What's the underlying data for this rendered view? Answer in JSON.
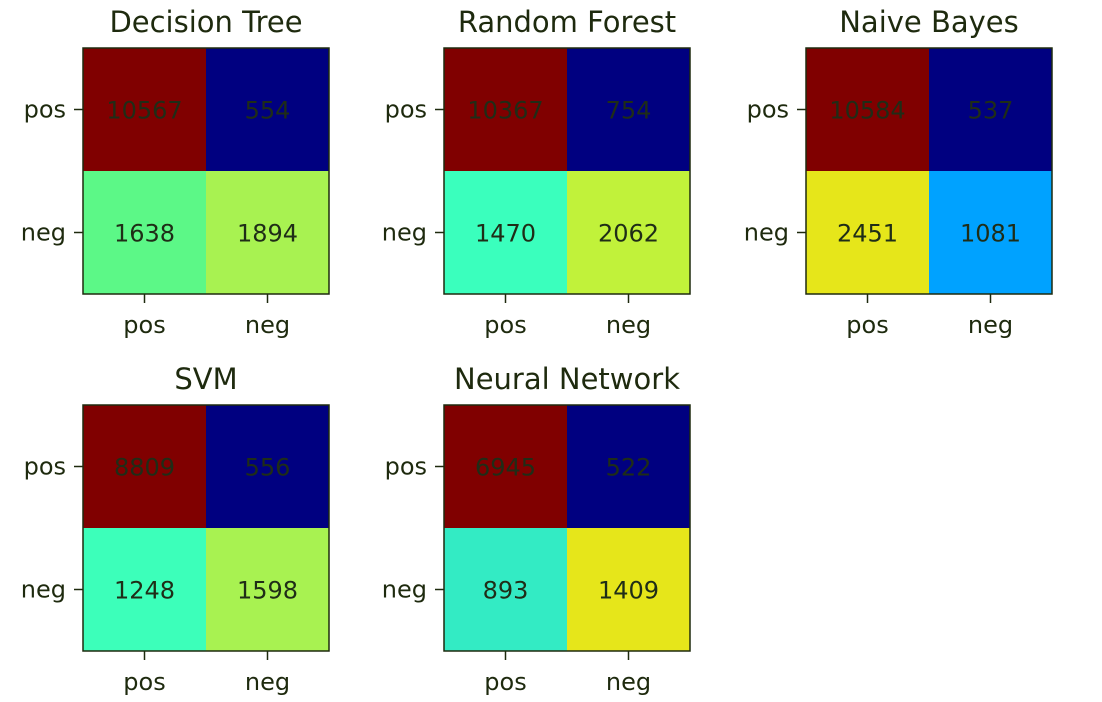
{
  "chart_data": [
    {
      "type": "heatmap",
      "title": "Decision Tree",
      "row_labels": [
        "pos",
        "neg"
      ],
      "col_labels": [
        "pos",
        "neg"
      ],
      "values": [
        [
          10567,
          554
        ],
        [
          1638,
          1894
        ]
      ],
      "cell_colors": [
        [
          "#800000",
          "#000080"
        ],
        [
          "#5cf887",
          "#a8f251"
        ]
      ]
    },
    {
      "type": "heatmap",
      "title": "Random Forest",
      "row_labels": [
        "pos",
        "neg"
      ],
      "col_labels": [
        "pos",
        "neg"
      ],
      "values": [
        [
          10367,
          754
        ],
        [
          1470,
          2062
        ]
      ],
      "cell_colors": [
        [
          "#800000",
          "#000080"
        ],
        [
          "#3affbd",
          "#c1f23a"
        ]
      ]
    },
    {
      "type": "heatmap",
      "title": "Naive Bayes",
      "row_labels": [
        "pos",
        "neg"
      ],
      "col_labels": [
        "pos",
        "neg"
      ],
      "values": [
        [
          10584,
          537
        ],
        [
          2451,
          1081
        ]
      ],
      "cell_colors": [
        [
          "#800000",
          "#000080"
        ],
        [
          "#e6e61a",
          "#00a2ff"
        ]
      ]
    },
    {
      "type": "heatmap",
      "title": "SVM",
      "row_labels": [
        "pos",
        "neg"
      ],
      "col_labels": [
        "pos",
        "neg"
      ],
      "values": [
        [
          8809,
          556
        ],
        [
          1248,
          1598
        ]
      ],
      "cell_colors": [
        [
          "#800000",
          "#000080"
        ],
        [
          "#3cffba",
          "#a8f251"
        ]
      ]
    },
    {
      "type": "heatmap",
      "title": "Neural Network",
      "row_labels": [
        "pos",
        "neg"
      ],
      "col_labels": [
        "pos",
        "neg"
      ],
      "values": [
        [
          6945,
          522
        ],
        [
          893,
          1409
        ]
      ],
      "cell_colors": [
        [
          "#800000",
          "#000080"
        ],
        [
          "#33ebc4",
          "#e6e61a"
        ]
      ]
    }
  ]
}
